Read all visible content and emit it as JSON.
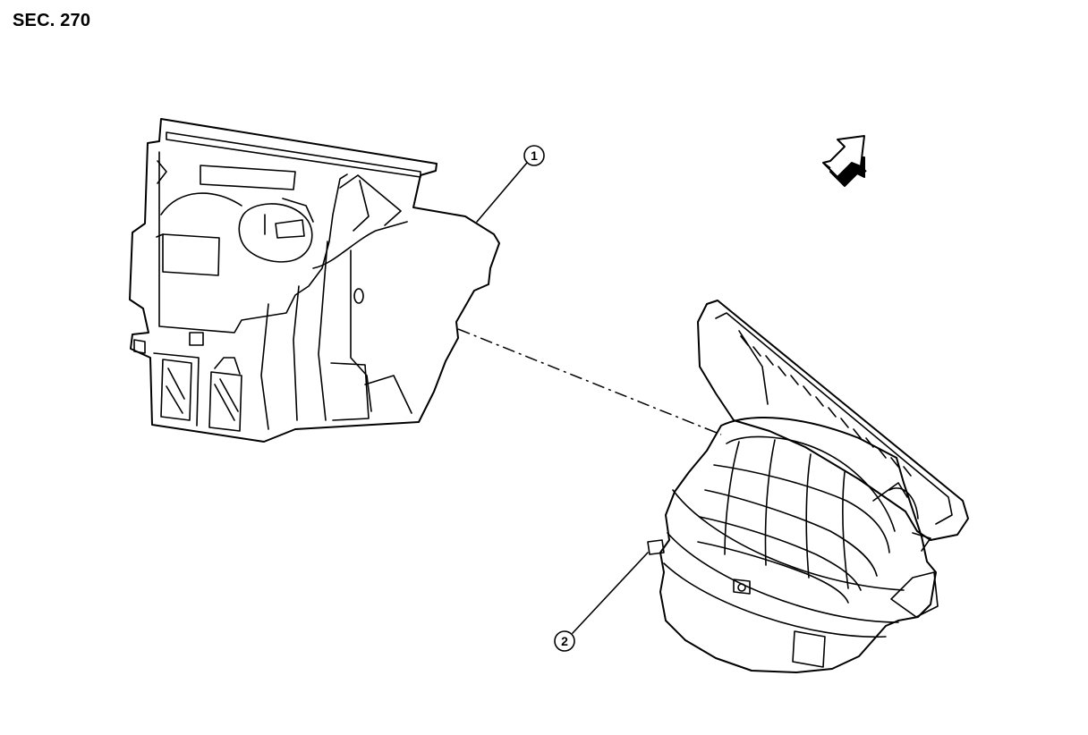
{
  "section": {
    "label": "SEC. 270"
  },
  "callouts": [
    {
      "number": "1"
    },
    {
      "number": "2"
    }
  ],
  "orientation_arrow": {
    "icon": "front-direction-arrow-icon"
  },
  "colors": {
    "line": "#000000",
    "background": "#ffffff"
  }
}
